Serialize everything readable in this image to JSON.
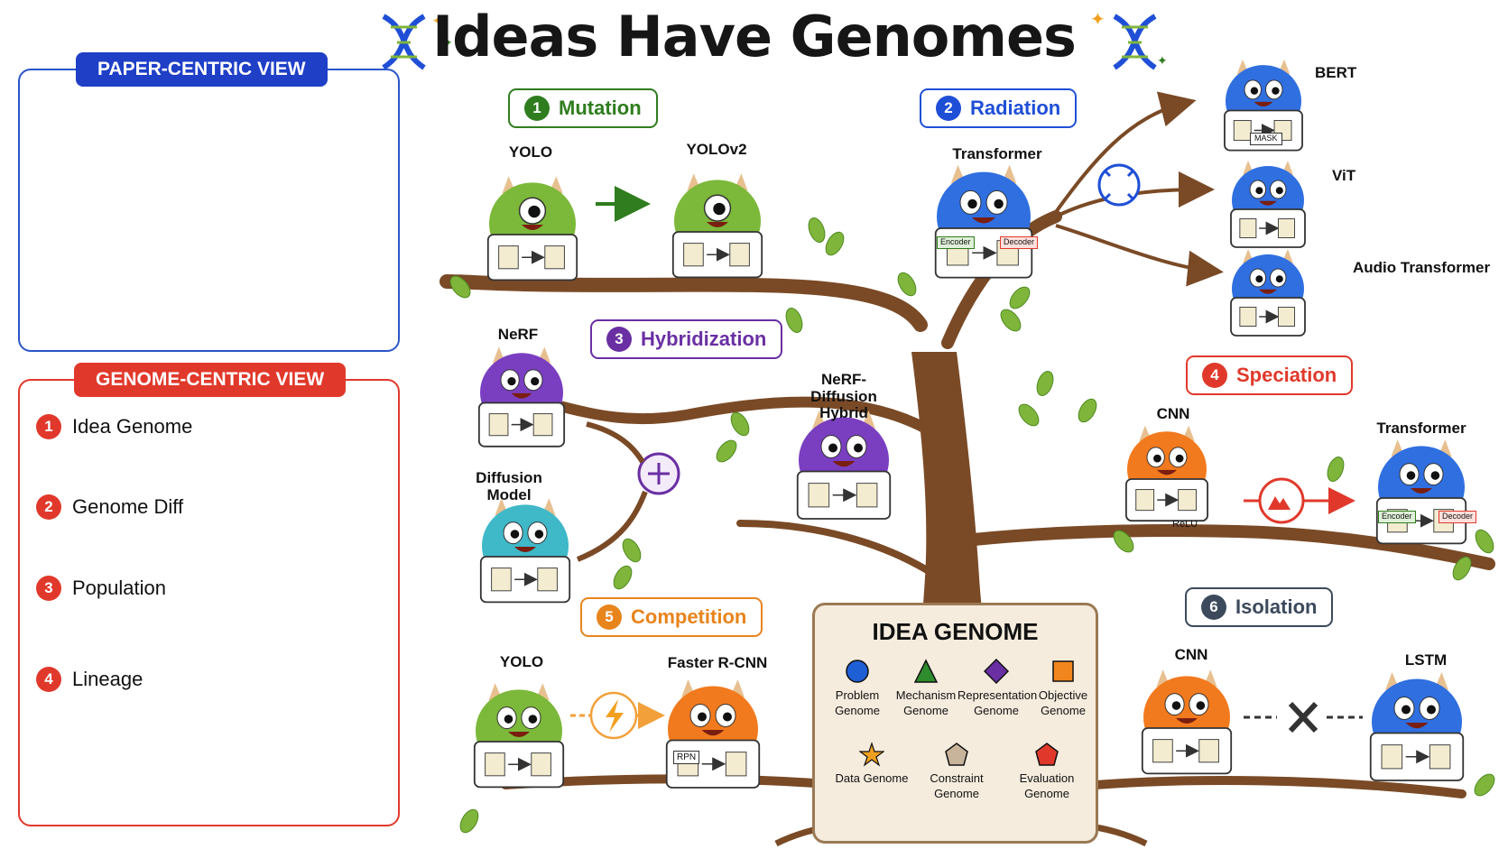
{
  "title": "Ideas Have Genomes",
  "paper_view": {
    "heading": "PAPER-CENTRIC VIEW"
  },
  "genome_view": {
    "heading": "GENOME-CENTRIC VIEW",
    "steps": [
      {
        "n": "1",
        "label": "Idea Genome"
      },
      {
        "n": "2",
        "label": "Genome Diff"
      },
      {
        "n": "3",
        "label": "Population"
      },
      {
        "n": "4",
        "label": "Lineage"
      }
    ]
  },
  "mechanisms": {
    "mutation": {
      "n": "1",
      "label": "Mutation",
      "from": "YOLO",
      "to": "YOLOv2"
    },
    "radiation": {
      "n": "2",
      "label": "Radiation",
      "source": "Transformer",
      "targets": [
        "BERT",
        "ViT",
        "Audio Transformer"
      ],
      "bert_tag": "MASK"
    },
    "hybridization": {
      "n": "3",
      "label": "Hybridization",
      "parent_a": "NeRF",
      "parent_b": "Diffusion Model",
      "child": "NeRF-Diffusion Hybrid"
    },
    "speciation": {
      "n": "4",
      "label": "Speciation",
      "from": "CNN",
      "to": "Transformer",
      "cnn_card": "ReLU"
    },
    "competition": {
      "n": "5",
      "label": "Competition",
      "a": "YOLO",
      "b": "Faster R-CNN",
      "b_card": "RPN"
    },
    "isolation": {
      "n": "6",
      "label": "Isolation",
      "a": "CNN",
      "b": "LSTM"
    }
  },
  "cards": {
    "encoder": "Encoder",
    "decoder": "Decoder"
  },
  "idea_genome": {
    "title": "IDEA GENOME",
    "items": [
      {
        "label": "Problem Genome",
        "shape": "circle",
        "color": "#1f5fd6"
      },
      {
        "label": "Mechanism Genome",
        "shape": "triangle",
        "color": "#2e8b2e"
      },
      {
        "label": "Representation Genome",
        "shape": "diamond",
        "color": "#6a2fa3"
      },
      {
        "label": "Objective Genome",
        "shape": "square",
        "color": "#f2861e"
      },
      {
        "label": "Data Genome",
        "shape": "star",
        "color": "#f0a020"
      },
      {
        "label": "Constraint Genome",
        "shape": "pentagon",
        "color": "#c8b49a"
      },
      {
        "label": "Evaluation Genome",
        "shape": "pentagon",
        "color": "#e0392b"
      }
    ]
  },
  "colors": {
    "blue": "#1f4fd6",
    "green": "#2f7d1e",
    "purple": "#6a2fa3",
    "red": "#e0392b",
    "orange": "#e8841c",
    "slate": "#3c4a5c",
    "trunk": "#7a4a26",
    "leaf": "#7fb53a"
  }
}
